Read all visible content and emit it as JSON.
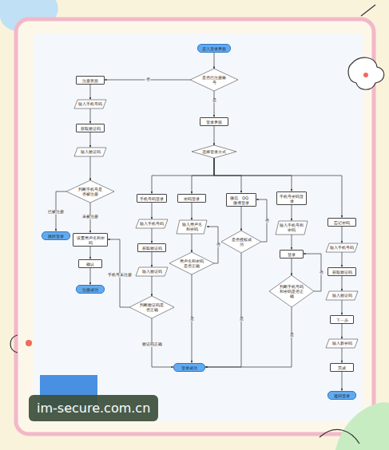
{
  "diagram": {
    "nodes": [
      {
        "text": [
          "进入登录界面"
        ]
      },
      {
        "text": [
          "是否已注册账号"
        ]
      },
      {
        "text": [
          "注册页面"
        ]
      },
      {
        "text": [
          "输入手机号码"
        ]
      },
      {
        "text": [
          "获取验证码"
        ]
      },
      {
        "text": [
          "输入验证码"
        ]
      },
      {
        "text": [
          "判断手机号是否被注册"
        ]
      },
      {
        "text": [
          "跳转登录"
        ]
      },
      {
        "text": [
          "设置用户名和密码"
        ]
      },
      {
        "text": [
          "确认"
        ]
      },
      {
        "text": [
          "注册成功"
        ]
      },
      {
        "text": [
          "登录界面"
        ]
      },
      {
        "text": [
          "选择登录方式"
        ]
      },
      {
        "text": [
          "手机号码登录"
        ]
      },
      {
        "text": [
          "输入手机号码"
        ]
      },
      {
        "text": [
          "获取验证码"
        ]
      },
      {
        "text": [
          "输入验证码"
        ]
      },
      {
        "text": [
          "判断验证码是否正确"
        ]
      },
      {
        "text": [
          "密码登录"
        ]
      },
      {
        "text": [
          "输入用户名和密码"
        ]
      },
      {
        "text": [
          "用户名和密码是否正确"
        ]
      },
      {
        "text": [
          "微信、QQ、微博登录"
        ]
      },
      {
        "text": [
          "是否授权成功"
        ]
      },
      {
        "text": [
          "手机号密码登录"
        ]
      },
      {
        "text": [
          "输入手机号和密码"
        ]
      },
      {
        "text": [
          "登录"
        ]
      },
      {
        "text": [
          "判断手机号码和密码是否正确"
        ]
      },
      {
        "text": [
          "忘记密码"
        ]
      },
      {
        "text": [
          "输入手机号码"
        ]
      },
      {
        "text": [
          "获取验证码"
        ]
      },
      {
        "text": [
          "输入验证码"
        ]
      },
      {
        "text": [
          "下一步"
        ]
      },
      {
        "text": [
          "输入新密码"
        ]
      },
      {
        "text": [
          "完成"
        ]
      },
      {
        "text": [
          "返回登录"
        ]
      },
      {
        "text": [
          "登录成功"
        ]
      }
    ],
    "edges": [
      {
        "from": 0,
        "to": 1,
        "arrow": "to"
      },
      {
        "from": 1,
        "to": 2,
        "label": "否",
        "arrow": "to"
      },
      {
        "from": 1,
        "to": 11,
        "label": "是",
        "arrow": "to"
      },
      {
        "from": 2,
        "to": 3,
        "arrow": "to"
      },
      {
        "from": 3,
        "to": 4,
        "arrow": "to"
      },
      {
        "from": 4,
        "to": 5,
        "arrow": "to"
      },
      {
        "from": 5,
        "to": 6,
        "arrow": "to"
      },
      {
        "from": 6,
        "to": 7,
        "label": "已被注册",
        "arrow": "to"
      },
      {
        "from": 6,
        "to": 8,
        "label": "未被注册",
        "arrow": "to"
      },
      {
        "from": 8,
        "to": 9,
        "arrow": "to"
      },
      {
        "from": 9,
        "to": 10,
        "arrow": "to"
      },
      {
        "from": 11,
        "to": 12,
        "arrow": "to"
      },
      {
        "from": 12,
        "to": 13,
        "arrow": "to"
      },
      {
        "from": 12,
        "to": 18,
        "arrow": "to"
      },
      {
        "from": 12,
        "to": 21,
        "arrow": "to"
      },
      {
        "from": 12,
        "to": 23,
        "arrow": "to"
      },
      {
        "from": 12,
        "to": 27,
        "arrow": "to"
      },
      {
        "from": 13,
        "to": 14,
        "arrow": "to"
      },
      {
        "from": 14,
        "to": 15,
        "arrow": "to"
      },
      {
        "from": 15,
        "to": 16,
        "arrow": "to"
      },
      {
        "from": 16,
        "to": 17,
        "arrow": "to"
      },
      {
        "from": 17,
        "to": 35,
        "label": "验证码正确",
        "arrow": "to"
      },
      {
        "from": 17,
        "to": 8,
        "label": "手机号未注册",
        "arrow": "to"
      },
      {
        "from": 18,
        "to": 19,
        "arrow": "to"
      },
      {
        "from": 19,
        "to": 20,
        "arrow": "to"
      },
      {
        "from": 20,
        "to": 19,
        "label": "否",
        "arrow": "to"
      },
      {
        "from": 20,
        "to": 35,
        "label": "是",
        "arrow": "to"
      },
      {
        "from": 21,
        "to": 22,
        "arrow": "to"
      },
      {
        "from": 22,
        "to": 21,
        "label": "否",
        "arrow": "to"
      },
      {
        "from": 22,
        "to": 35,
        "label": "是",
        "arrow": "to"
      },
      {
        "from": 23,
        "to": 24,
        "arrow": "to"
      },
      {
        "from": 24,
        "to": 25,
        "arrow": "to"
      },
      {
        "from": 25,
        "to": 26,
        "arrow": "to"
      },
      {
        "from": 26,
        "to": 25,
        "label": "否",
        "arrow": "to"
      },
      {
        "from": 26,
        "to": 35,
        "label": "是",
        "arrow": "to"
      },
      {
        "from": 27,
        "to": 28,
        "arrow": "to"
      },
      {
        "from": 28,
        "to": 29,
        "arrow": "to"
      },
      {
        "from": 29,
        "to": 30,
        "arrow": "to"
      },
      {
        "from": 30,
        "to": 31,
        "arrow": "to"
      },
      {
        "from": 31,
        "to": 32,
        "arrow": "to"
      },
      {
        "from": 32,
        "to": 33,
        "arrow": "to"
      },
      {
        "from": 33,
        "to": 34,
        "arrow": "to"
      }
    ],
    "labels": [
      "im-secure.com.cn"
    ]
  }
}
